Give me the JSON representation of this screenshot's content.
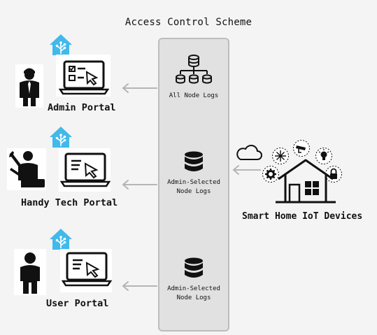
{
  "title": "Access Control Scheme",
  "portals": [
    {
      "label": "Admin Portal",
      "logs": "All Node Logs"
    },
    {
      "label": "Handy Tech Portal",
      "logs": "Admin-Selected Node Logs"
    },
    {
      "label": "User Portal",
      "logs": "Admin-Selected Node Logs"
    }
  ],
  "devices_label": "Smart Home IoT Devices",
  "colors": {
    "home_assistant_blue": "#41b9eb",
    "panel_fill": "#e1e1e1",
    "panel_border": "#bdbdbd",
    "arrow": "#b5b5b5"
  },
  "icons": [
    "home-assistant-icon",
    "admin-person-icon",
    "laptop-checklist-icon",
    "technician-person-icon",
    "laptop-cursor-icon",
    "user-person-icon",
    "node-tree-database-icon",
    "database-icon",
    "cloud-icon",
    "smart-home-icon",
    "sensor-icon",
    "camera-icon",
    "bulb-icon",
    "lock-icon",
    "gear-icon"
  ]
}
